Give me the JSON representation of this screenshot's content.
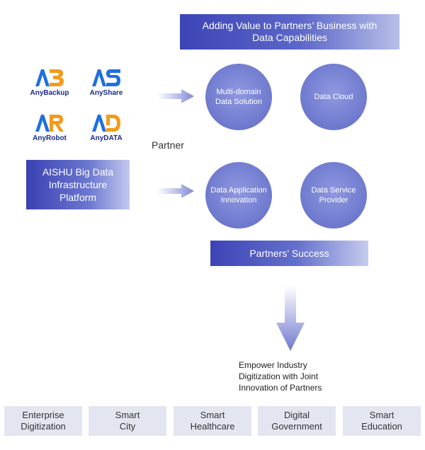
{
  "header": {
    "title_line1": "Adding Value to Partners’ Business with",
    "title_line2": "Data Capabilities"
  },
  "logos": [
    {
      "name": "AnyBackup",
      "icon": "anybackup-logo-icon"
    },
    {
      "name": "AnyShare",
      "icon": "anyshare-logo-icon"
    },
    {
      "name": "AnyRobot",
      "icon": "anyrobot-logo-icon"
    },
    {
      "name": "AnyDATA",
      "icon": "anydata-logo-icon"
    }
  ],
  "platform": {
    "line1": "AISHU Big Data",
    "line2": "Infrastructure",
    "line3": "Platform"
  },
  "partner_label": "Partner",
  "circles": [
    {
      "line1": "Multi-domain",
      "line2": "Data Solution"
    },
    {
      "line1": "Data Cloud",
      "line2": ""
    },
    {
      "line1": "Data Application",
      "line2": "Innovation"
    },
    {
      "line1": "Data Service",
      "line2": "Provider"
    }
  ],
  "success": "Partners’ Success",
  "empower": {
    "line1": "Empower Industry",
    "line2": "Digitization with Joint",
    "line3": "Innovation of Partners"
  },
  "sectors": [
    {
      "line1": "Enterprise",
      "line2": "Digitization"
    },
    {
      "line1": "Smart",
      "line2": "City"
    },
    {
      "line1": "Smart",
      "line2": "Healthcare"
    },
    {
      "line1": "Digital",
      "line2": "Government"
    },
    {
      "line1": "Smart",
      "line2": "Education"
    }
  ],
  "colors": {
    "primary": "#3c44b6",
    "circle": "#707bcf",
    "logo_blue": "#1f6fe0",
    "logo_orange": "#f29b1c",
    "sector_bg": "#e3e6f0"
  }
}
